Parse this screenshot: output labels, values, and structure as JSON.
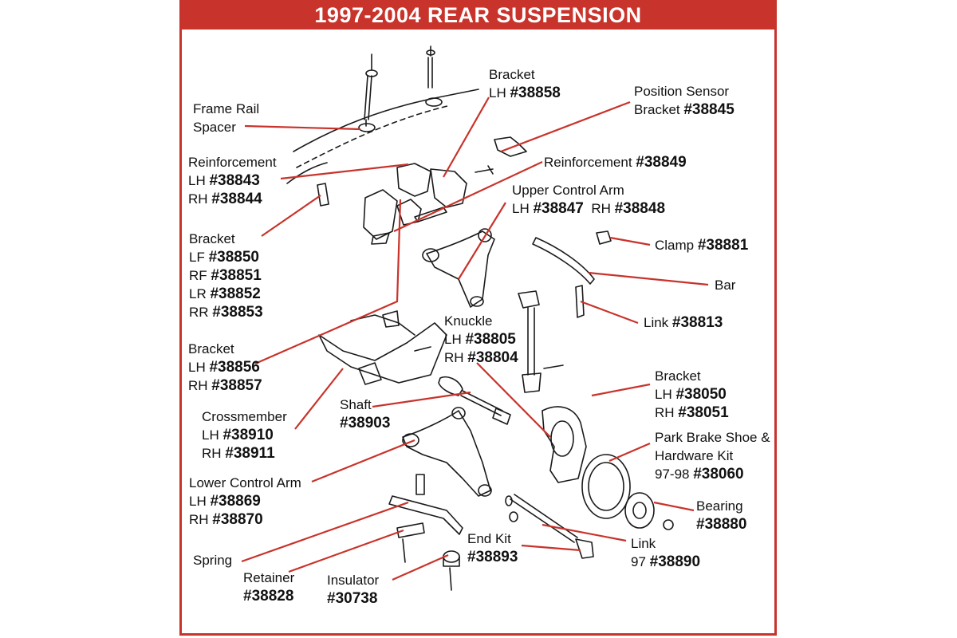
{
  "title": "1997-2004 REAR SUSPENSION",
  "colors": {
    "accent": "#c8332b",
    "line": "#1a1a1a",
    "leader": "#c8332b"
  },
  "labels": {
    "frame_rail_spacer": {
      "l1": "Frame Rail",
      "l2": "Spacer"
    },
    "bracket_lh": {
      "name": "Bracket",
      "p1": "LH ",
      "n1": "#38858"
    },
    "position_sensor": {
      "l1": "Position Sensor",
      "p2": "Bracket ",
      "n2": "#38845"
    },
    "reinforcement_lhrh": {
      "name": "Reinforcement",
      "p1": "LH ",
      "n1": "#38843",
      "p2": "RH ",
      "n2": "#38844"
    },
    "reinforcement_38849": {
      "name": "Reinforcement ",
      "n1": "#38849"
    },
    "upper_control_arm": {
      "name": "Upper Control Arm",
      "p1": "LH ",
      "n1": "#38847",
      "p2": "  RH ",
      "n2": "#38848"
    },
    "bracket_corners": {
      "name": "Bracket",
      "p1": "LF ",
      "n1": "#38850",
      "p2": "RF ",
      "n2": "#38851",
      "p3": "LR ",
      "n3": "#38852",
      "p4": "RR ",
      "n4": "#38853"
    },
    "clamp": {
      "name": "Clamp ",
      "n1": "#38881"
    },
    "bar": {
      "name": "Bar"
    },
    "link_38813": {
      "name": "Link ",
      "n1": "#38813"
    },
    "knuckle": {
      "name": "Knuckle",
      "p1": "LH ",
      "n1": "#38805",
      "p2": "RH ",
      "n2": "#38804"
    },
    "bracket_38856": {
      "name": "Bracket",
      "p1": "LH ",
      "n1": "#38856",
      "p2": "RH ",
      "n2": "#38857"
    },
    "bracket_38050": {
      "name": "Bracket",
      "p1": "LH ",
      "n1": "#38050",
      "p2": "RH ",
      "n2": "#38051"
    },
    "shaft": {
      "name": "Shaft",
      "n1": "#38903"
    },
    "crossmember": {
      "name": "Crossmember",
      "p1": "LH ",
      "n1": "#38910",
      "p2": "RH ",
      "n2": "#38911"
    },
    "park_brake": {
      "l1": "Park Brake Shoe &",
      "l2": "Hardware Kit",
      "p3": "97-98 ",
      "n3": "#38060"
    },
    "lower_control_arm": {
      "name": "Lower Control Arm",
      "p1": "LH ",
      "n1": "#38869",
      "p2": "RH ",
      "n2": "#38870"
    },
    "bearing": {
      "name": "Bearing",
      "n1": "#38880"
    },
    "end_kit": {
      "name": "End Kit",
      "n1": "#38893"
    },
    "link_38890": {
      "name": "Link",
      "p1": "97 ",
      "n1": "#38890"
    },
    "spring": {
      "name": "Spring"
    },
    "retainer": {
      "name": "Retainer",
      "n1": "#38828"
    },
    "insulator": {
      "name": "Insulator",
      "n1": "#30738"
    }
  }
}
